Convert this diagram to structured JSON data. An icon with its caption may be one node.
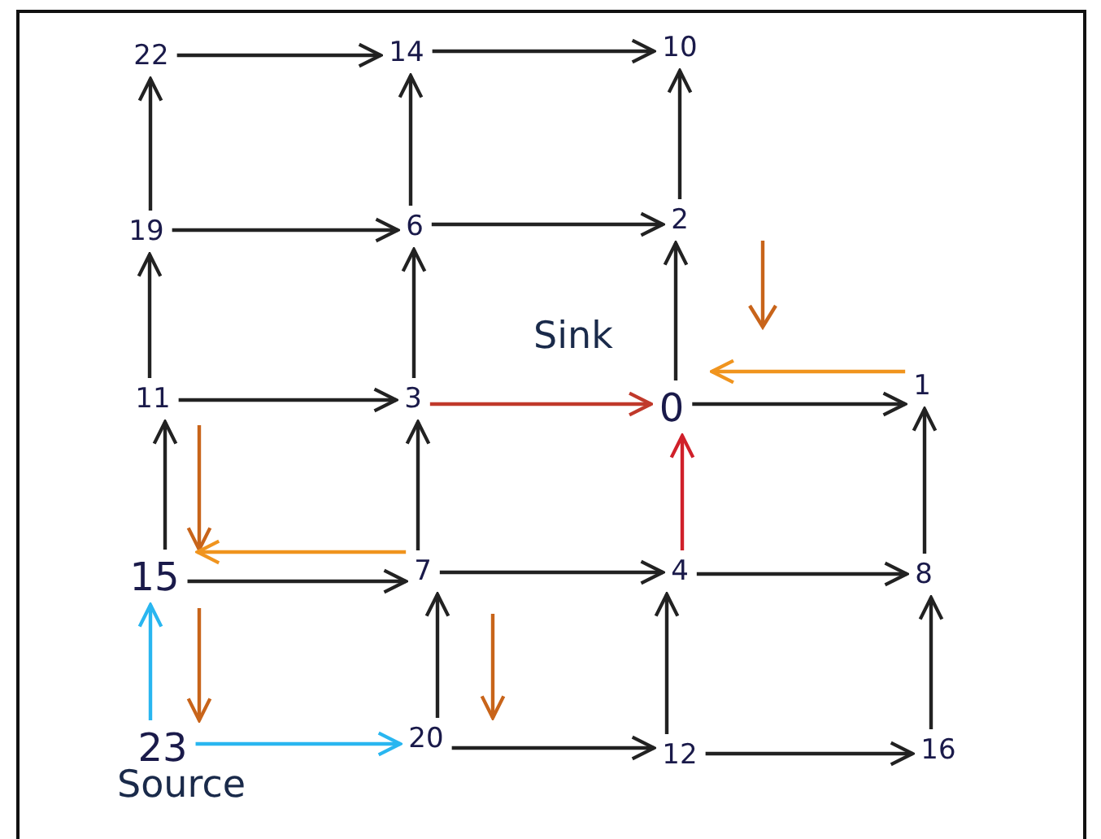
{
  "diagram": {
    "nodes": [
      {
        "text": [
          "22"
        ]
      },
      {
        "text": [
          "14"
        ]
      },
      {
        "text": [
          "10"
        ]
      },
      {
        "text": [
          "19"
        ]
      },
      {
        "text": [
          "6"
        ]
      },
      {
        "text": [
          "2"
        ]
      },
      {
        "text": [
          "11"
        ]
      },
      {
        "text": [
          "3"
        ]
      },
      {
        "text": [
          "0"
        ],
        "beside": [
          "Sink"
        ]
      },
      {
        "text": [
          "1"
        ]
      },
      {
        "text": [
          "15"
        ]
      },
      {
        "text": [
          "7"
        ]
      },
      {
        "text": [
          "4"
        ]
      },
      {
        "text": [
          "8"
        ]
      },
      {
        "text": [
          "23"
        ],
        "beside": [
          "Source"
        ]
      },
      {
        "text": [
          "20"
        ]
      },
      {
        "text": [
          "12"
        ]
      },
      {
        "text": [
          "16"
        ]
      }
    ],
    "edges": [
      {
        "from": 0,
        "to": 1,
        "arrow": "to"
      },
      {
        "from": 1,
        "to": 2,
        "arrow": "to"
      },
      {
        "from": 3,
        "to": 0,
        "arrow": "to"
      },
      {
        "from": 4,
        "to": 1,
        "arrow": "to"
      },
      {
        "from": 5,
        "to": 2,
        "arrow": "to"
      },
      {
        "from": 3,
        "to": 4,
        "arrow": "to"
      },
      {
        "from": 4,
        "to": 5,
        "arrow": "to"
      },
      {
        "from": 6,
        "to": 3,
        "arrow": "to"
      },
      {
        "from": 7,
        "to": 4,
        "arrow": "to"
      },
      {
        "from": 8,
        "to": 5,
        "arrow": "to"
      },
      {
        "from": 6,
        "to": 7,
        "arrow": "to"
      },
      {
        "from": 7,
        "to": 8,
        "arrow": "to",
        "color": "#c0392b"
      },
      {
        "from": 8,
        "to": 9,
        "arrow": "to"
      },
      {
        "from": 10,
        "to": 6,
        "arrow": "to"
      },
      {
        "from": 11,
        "to": 7,
        "arrow": "to"
      },
      {
        "from": 12,
        "to": 8,
        "arrow": "to",
        "color": "#d0202a"
      },
      {
        "from": 13,
        "to": 9,
        "arrow": "to"
      },
      {
        "from": 10,
        "to": 11,
        "arrow": "to"
      },
      {
        "from": 11,
        "to": 12,
        "arrow": "to"
      },
      {
        "from": 12,
        "to": 13,
        "arrow": "to"
      },
      {
        "from": 15,
        "to": 11,
        "arrow": "to"
      },
      {
        "from": 16,
        "to": 12,
        "arrow": "to"
      },
      {
        "from": 17,
        "to": 13,
        "arrow": "to"
      },
      {
        "from": 15,
        "to": 16,
        "arrow": "to"
      },
      {
        "from": 16,
        "to": 17,
        "arrow": "to"
      },
      {
        "from": 14,
        "to": 10,
        "arrow": "to",
        "color": "#29b6f0"
      },
      {
        "from": 14,
        "to": 15,
        "arrow": "to",
        "color": "#29b6f0"
      },
      {
        "from": 6,
        "to": 10,
        "arrow": "to",
        "color": "#c8641a"
      },
      {
        "from": 11,
        "to": 10,
        "arrow": "to",
        "color": "#f0941e"
      },
      {
        "from": 10,
        "to": 14,
        "arrow": "to",
        "color": "#c8641a"
      },
      {
        "from": 11,
        "to": 15,
        "arrow": "to",
        "color": "#c8641a"
      },
      {
        "from": 9,
        "to": 8,
        "arrow": "to",
        "color": "#f0941e"
      }
    ]
  }
}
